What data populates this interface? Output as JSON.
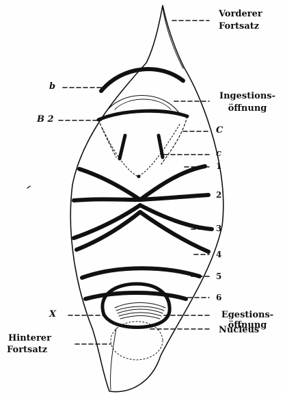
{
  "labels": {
    "vorderer_l1": "Vorderer",
    "vorderer_l2": "Fortsatz",
    "ingestion_l1": "Ingestions-",
    "ingestion_l2": "öffnung",
    "b": "b",
    "B2": "B 2",
    "C": "C",
    "c": "c",
    "n1": "1",
    "n2": "2",
    "n3": "3",
    "n4": "4",
    "n5": "5",
    "n6": "6",
    "X": "X",
    "egestion_l1": "Egestions-",
    "egestion_l2": "öffnung",
    "nucleus": "Nucleus",
    "hinterer_l1": "Hinterer",
    "hinterer_l2": "Fortsatz"
  },
  "colors": {
    "ink": "#111111",
    "paper": "#fefefe"
  }
}
